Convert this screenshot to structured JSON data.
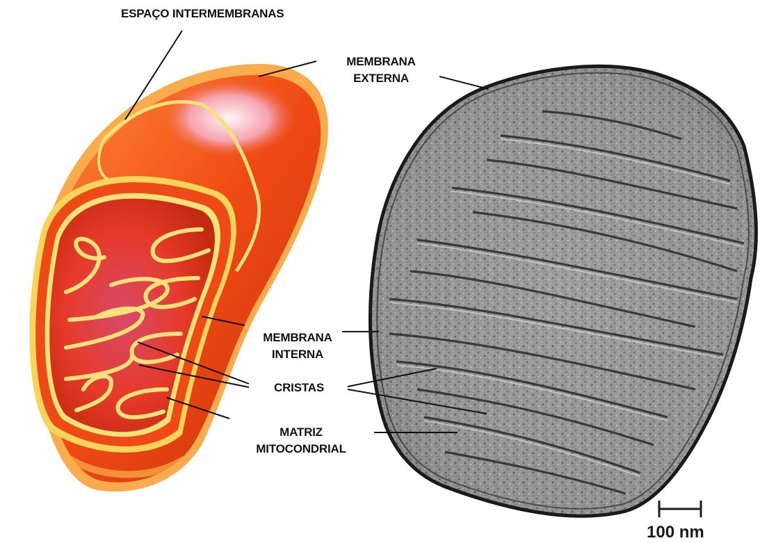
{
  "labels": {
    "intermembrane_space": "ESPAÇO INTERMEMBRANAS",
    "outer_membrane": [
      "MEMBRANA",
      "EXTERNA"
    ],
    "inner_membrane": [
      "MEMBRANA",
      "INTERNA"
    ],
    "cristae": "CRISTAS",
    "matrix": [
      "MATRIZ",
      "MITOCONDRIAL"
    ]
  },
  "scale_bar": {
    "label": "100 nm"
  },
  "colors": {
    "outer_orange": "#f04a14",
    "inner_membrane_yellow": "#f7e27a",
    "micrograph_gray": "#8a8a8a",
    "label_text": "#111111"
  }
}
